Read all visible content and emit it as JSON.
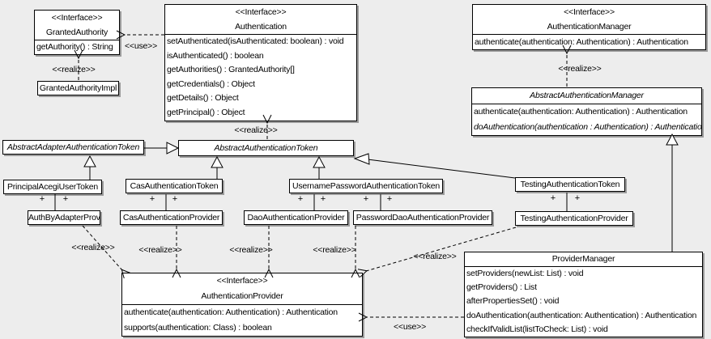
{
  "labels": {
    "use": "<<use>>",
    "realize": "<<realize>>",
    "plus": "+",
    "interface_stereotype": "<<Interface>>"
  },
  "colors": {
    "background": "#ededed",
    "box_fill": "#ffffff",
    "box_border": "#000000",
    "box_shadow": "#9b9b9b"
  },
  "classes": {
    "granted_authority": {
      "stereotype": "<<Interface>>",
      "name": "GrantedAuthority",
      "methods": [
        "getAuthority() : String"
      ]
    },
    "granted_authority_impl": {
      "name": "GrantedAuthorityImpl"
    },
    "authentication": {
      "stereotype": "<<Interface>>",
      "name": "Authentication",
      "methods": [
        "setAuthenticated(isAuthenticated: boolean) : void",
        "isAuthenticated() : boolean",
        "getAuthorities() : GrantedAuthority[]",
        "getCredentials() : Object",
        "getDetails() : Object",
        "getPrincipal() : Object"
      ]
    },
    "authentication_manager": {
      "stereotype": "<<Interface>>",
      "name": "AuthenticationManager",
      "methods": [
        "authenticate(authentication: Authentication) : Authentication"
      ]
    },
    "abstract_authentication_manager": {
      "name": "AbstractAuthenticationManager",
      "methods": [
        "authenticate(authentication: Authentication) : Authentication",
        "doAuthentication(authentication : Authentication) : Authentication"
      ]
    },
    "abstract_adapter_authentication_token": {
      "name": "AbstractAdapterAuthenticationToken"
    },
    "abstract_authentication_token": {
      "name": "AbstractAuthenticationToken"
    },
    "principal_acegi_user_token": {
      "name": "PrincipalAcegiUserToken"
    },
    "cas_authentication_token": {
      "name": "CasAuthenticationToken"
    },
    "username_password_authentication_token": {
      "name": "UsernamePasswordAuthenticationToken"
    },
    "testing_authentication_token": {
      "name": "TestingAuthenticationToken"
    },
    "auth_by_adapter_provider": {
      "name": "AuthByAdapterProvider"
    },
    "cas_authentication_provider": {
      "name": "CasAuthenticationProvider"
    },
    "dao_authentication_provider": {
      "name": "DaoAuthenticationProvider"
    },
    "password_dao_authentication_provider": {
      "name": "PasswordDaoAuthenticationProvider"
    },
    "testing_authentication_provider": {
      "name": "TestingAuthenticationProvider"
    },
    "authentication_provider": {
      "stereotype": "<<Interface>>",
      "name": "AuthenticationProvider",
      "methods": [
        "authenticate(authentication: Authentication) : Authentication",
        "supports(authentication: Class) : boolean"
      ]
    },
    "provider_manager": {
      "name": "ProviderManager",
      "methods": [
        "setProviders(newList: List) : void",
        "getProviders() : List",
        "afterPropertiesSet() : void",
        "doAuthentication(authentication: Authentication) : Authentication",
        "checkIfValidList(listToCheck: List) : void"
      ]
    }
  }
}
